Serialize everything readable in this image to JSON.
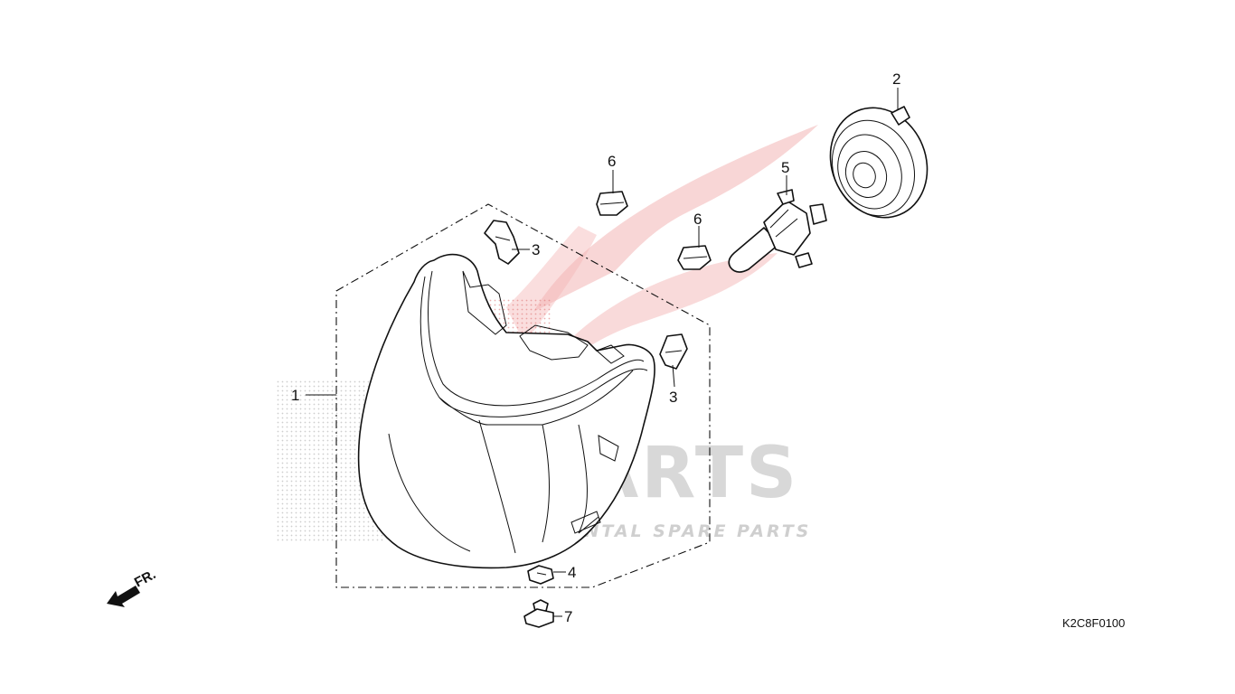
{
  "watermark": {
    "brand": "ICSPARTS",
    "tagline": "INTERCONTINENTAL SPARE PARTS"
  },
  "diagram_code": "K2C8F0100",
  "direction_label": "FR.",
  "callouts": [
    {
      "id": "headlight-assembly",
      "number": "1"
    },
    {
      "id": "dust-cover",
      "number": "2"
    },
    {
      "id": "clip-upper",
      "number": "3"
    },
    {
      "id": "clip-lower",
      "number": "3"
    },
    {
      "id": "nut",
      "number": "4"
    },
    {
      "id": "bulb",
      "number": "5"
    },
    {
      "id": "cap-upper",
      "number": "6"
    },
    {
      "id": "cap-lower",
      "number": "6"
    },
    {
      "id": "screw",
      "number": "7"
    }
  ],
  "colors": {
    "line": "#111111",
    "watermark_red": "#e25a5a",
    "watermark_grey": "#d8d8d8"
  }
}
